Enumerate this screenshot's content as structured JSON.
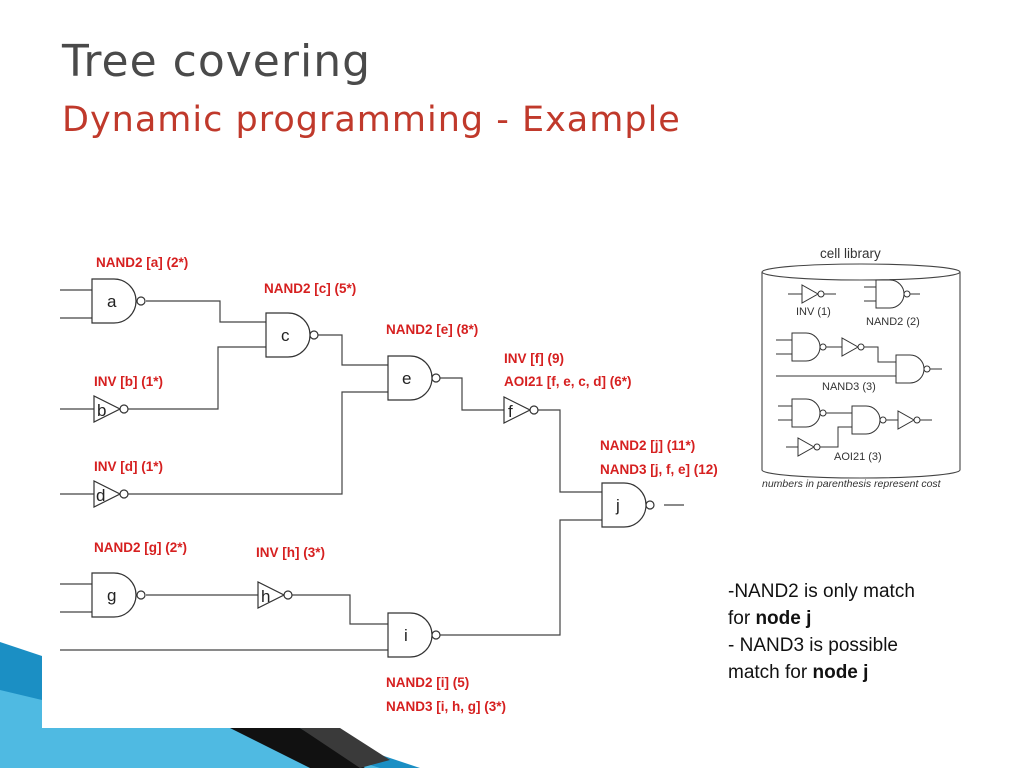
{
  "title": "Tree covering",
  "subtitle": "Dynamic programming - Example",
  "colors": {
    "accent_red": "#c0392b",
    "label_red": "#d62020",
    "title_gray": "#4a4a4a",
    "wave_blue": "#1b8fc4"
  },
  "gates": {
    "a": "a",
    "b": "b",
    "c": "c",
    "d": "d",
    "e": "e",
    "f": "f",
    "g": "g",
    "h": "h",
    "i": "i",
    "j": "j"
  },
  "labels": {
    "a": "NAND2 [a] (2*)",
    "c": "NAND2 [c] (5*)",
    "e": "NAND2 [e] (8*)",
    "b": "INV [b] (1*)",
    "f1": "INV [f] (9)",
    "f2": "AOI21 [f, e, c, d] (6*)",
    "d": "INV [d] (1*)",
    "j1": "NAND2 [j] (11*)",
    "j2": "NAND3 [j, f, e] (12)",
    "g": "NAND2 [g] (2*)",
    "h": "INV [h] (3*)",
    "i1": "NAND2 [i] (5)",
    "i2": "NAND3 [i, h, g] (3*)"
  },
  "library": {
    "title": "cell library",
    "inv": "INV (1)",
    "nand2": "NAND2 (2)",
    "nand3": "NAND3 (3)",
    "aoi21": "AOI21 (3)",
    "caption": "numbers in parenthesis represent cost"
  },
  "notes": {
    "line1a": "-NAND2 is only match",
    "line1b": "for ",
    "line1bold": "node j",
    "line2a": "- NAND3 is possible",
    "line2b": "match for ",
    "line2bold": "node j"
  }
}
